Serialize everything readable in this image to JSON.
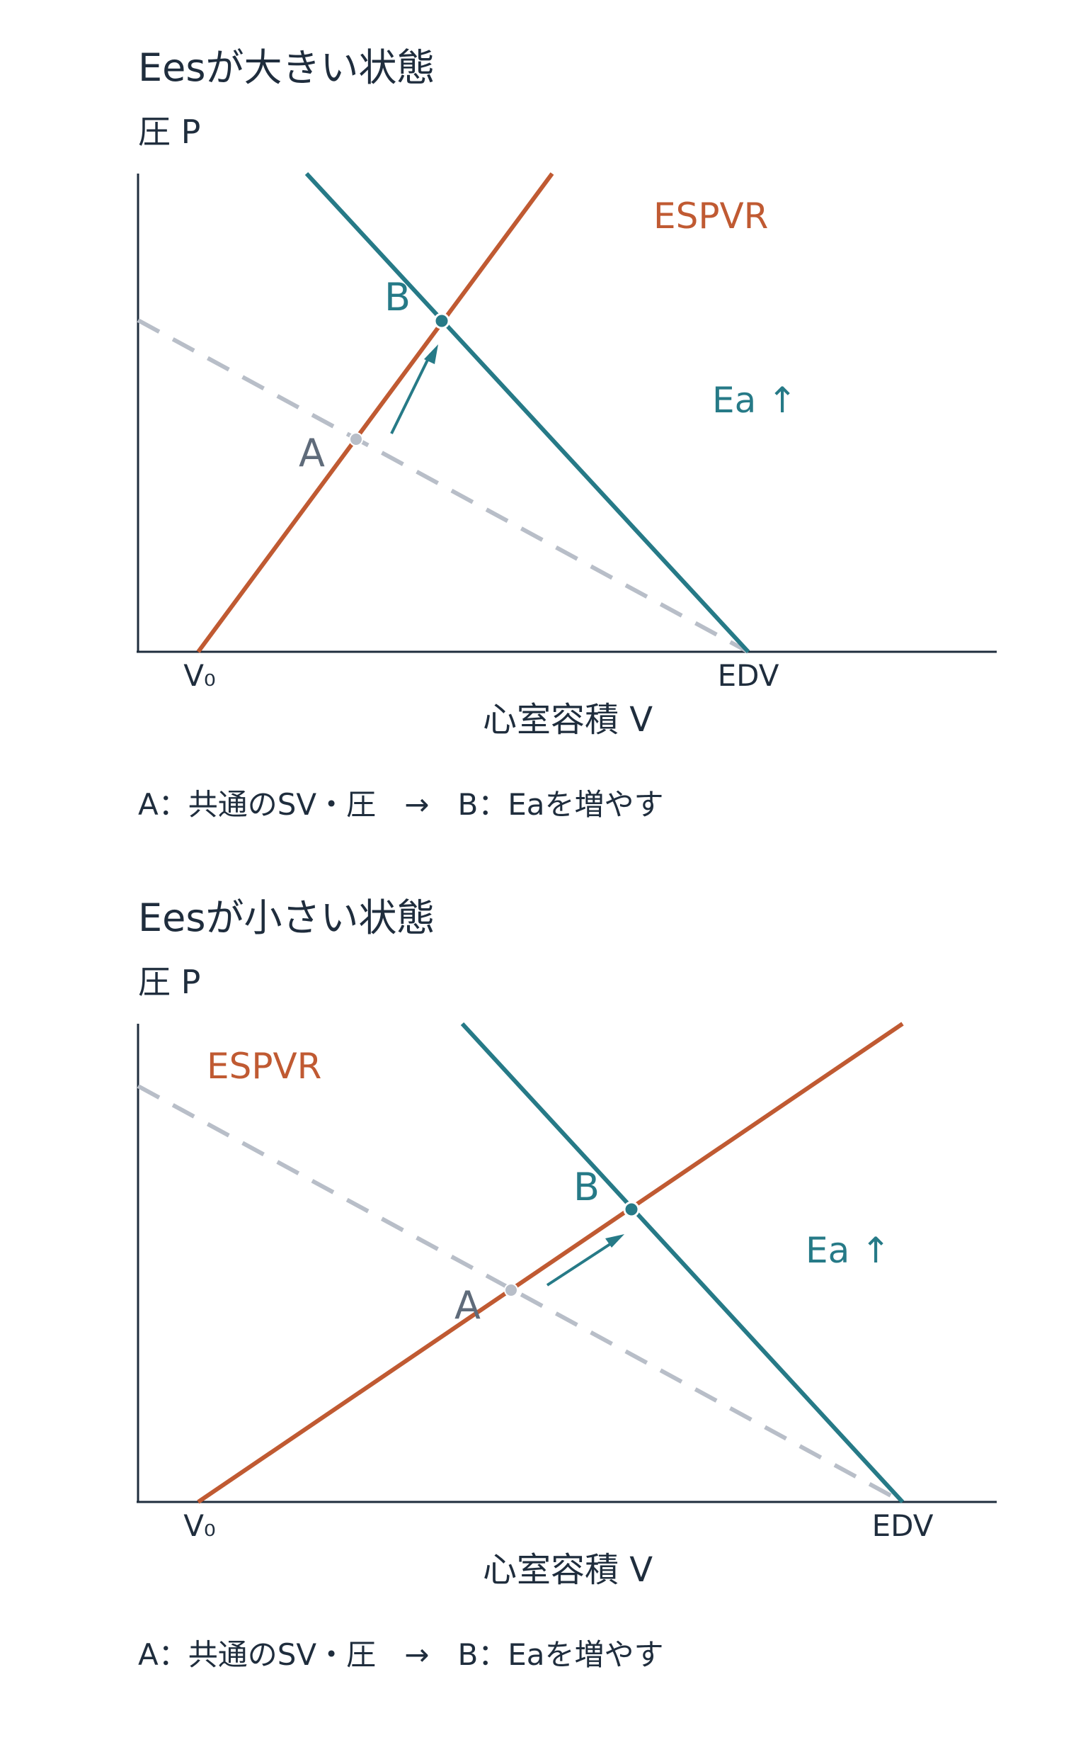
{
  "colors": {
    "espvr": "#c05a32",
    "ea": "#267a87",
    "old_ea": "#b8bec8",
    "axis": "#1f2d3d",
    "point_a_label": "#5f6b7a",
    "text": "#1f2d3d"
  },
  "panels": [
    {
      "title": "Eesが大きい状態",
      "ylabel": "圧 P",
      "xlabel": "心室容積 V",
      "v0_label": "V₀",
      "edv_label": "EDV",
      "espvr_label": "ESPVR",
      "ea_label": "Ea ↑",
      "point_a_label": "A",
      "point_b_label": "B",
      "caption": {
        "left": "A：共通のSV・圧",
        "arrow": "→",
        "right": "B：Eaを増やす"
      }
    },
    {
      "title": "Eesが小さい状態",
      "ylabel": "圧 P",
      "xlabel": "心室容積 V",
      "v0_label": "V₀",
      "edv_label": "EDV",
      "espvr_label": "ESPVR",
      "ea_label": "Ea ↑",
      "point_a_label": "A",
      "point_b_label": "B",
      "caption": {
        "left": "A：共通のSV・圧",
        "arrow": "→",
        "right": "B：Eaを増やす"
      }
    }
  ]
}
